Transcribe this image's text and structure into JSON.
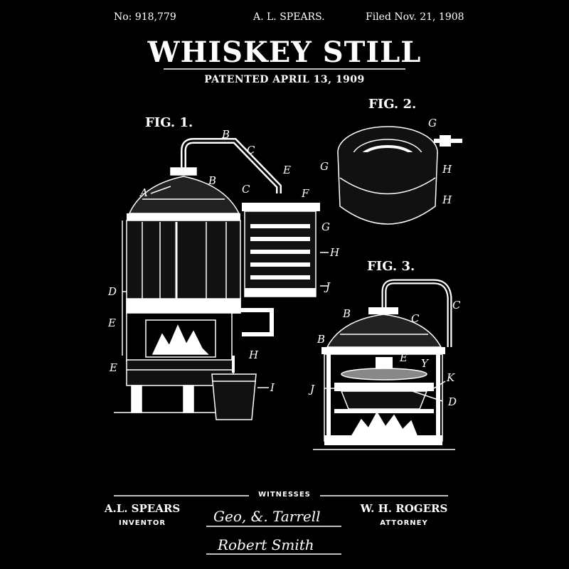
{
  "header": {
    "patent_number": "No: 918,779",
    "inventor_header": "A. L. SPEARS.",
    "filed": "Filed Nov. 21, 1908"
  },
  "title": "WHISKEY STILL",
  "subtitle": "PATENTED APRIL 13, 1909",
  "figures": {
    "fig1": {
      "title": "FIG. 1.",
      "labels": {
        "b1": "B",
        "c1": "C",
        "e1": "E",
        "b2": "B",
        "a": "A",
        "c2": "C",
        "f": "F",
        "g": "G",
        "h1": "H",
        "d": "D",
        "j": "J",
        "e2": "E",
        "h2": "H",
        "e3": "E",
        "i": "I"
      }
    },
    "fig2": {
      "title": "FIG. 2.",
      "labels": {
        "g1": "G",
        "g2": "G",
        "h1": "H",
        "h2": "H"
      }
    },
    "fig3": {
      "title": "FIG. 3.",
      "labels": {
        "c1": "C",
        "b1": "B",
        "c2": "C",
        "b2": "B",
        "e": "E",
        "y": "Y",
        "k": "K",
        "j": "J",
        "d": "D"
      }
    }
  },
  "footer": {
    "witnesses_label": "WITNESSES",
    "inventor_name": "A.L. SPEARS",
    "inventor_role": "INVENTOR",
    "attorney_name": "W. H. ROGERS",
    "attorney_role": "ATTORNEY",
    "signature_1": "Geo, &. Tarrell",
    "signature_2": "Robert Smith"
  },
  "colors": {
    "background": "#000000",
    "ink": "#ffffff"
  }
}
